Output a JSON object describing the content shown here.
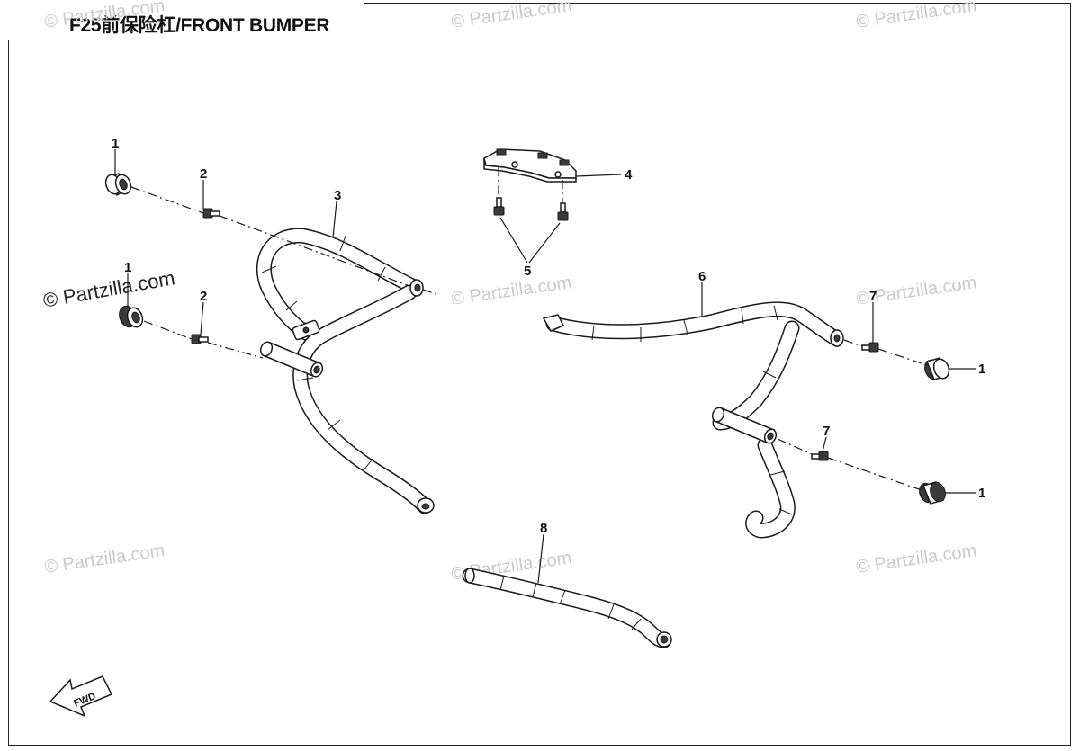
{
  "title": "F25前保险杠/FRONT BUMPER",
  "watermark": "© Partzilla.com",
  "fwd_label": "FWD",
  "callouts": {
    "c1a": "1",
    "c1b": "1",
    "c1c": "1",
    "c1d": "1",
    "c2a": "2",
    "c2b": "2",
    "c3": "3",
    "c4": "4",
    "c5": "5",
    "c6": "6",
    "c7a": "7",
    "c7b": "7",
    "c8": "8"
  },
  "colors": {
    "line": "#1a1a1a",
    "watermark": "#c9c9c9",
    "part_fill": "#ffffff"
  }
}
